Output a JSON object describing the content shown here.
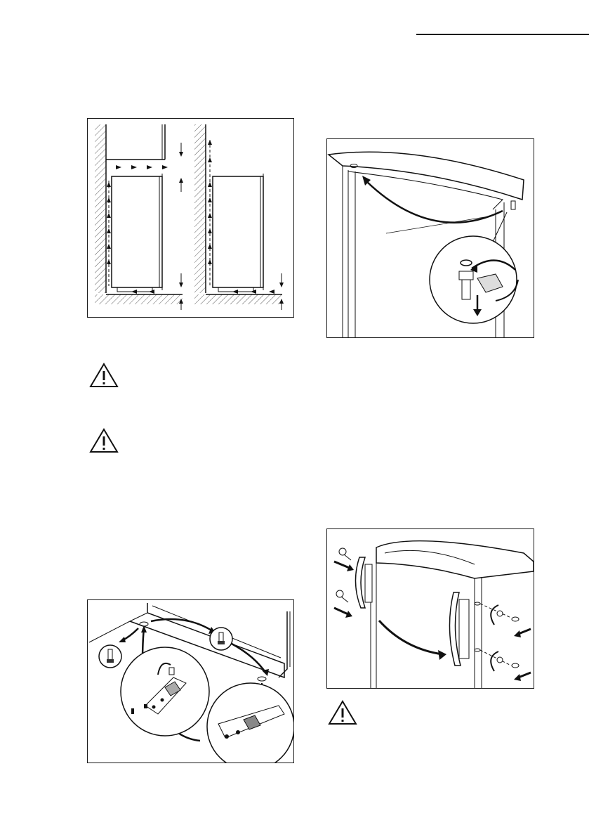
{
  "page": {
    "background": "#ffffff",
    "line_color": "#1a1a1a"
  },
  "figures": [
    {
      "id": "ventilation",
      "icon": "ventilation-clearance-diagram"
    },
    {
      "id": "door-stop",
      "icon": "door-stop-removal-diagram"
    },
    {
      "id": "hinge",
      "icon": "hinge-transfer-diagram"
    },
    {
      "id": "handle",
      "icon": "handle-relocation-diagram"
    }
  ],
  "warnings": [
    {
      "icon": "warning-triangle-icon"
    },
    {
      "icon": "warning-triangle-icon"
    },
    {
      "icon": "warning-triangle-icon"
    }
  ]
}
